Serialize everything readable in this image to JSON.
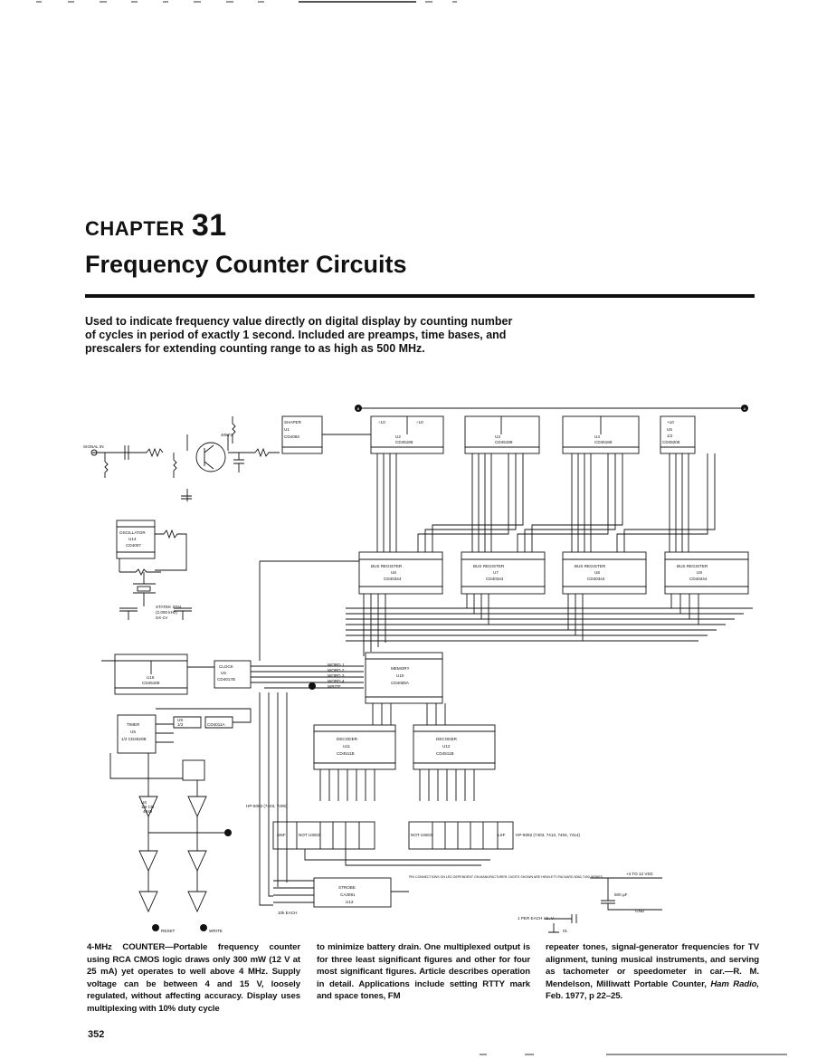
{
  "chapter": {
    "word": "CHAPTER",
    "number": "31"
  },
  "title": "Frequency Counter Circuits",
  "intro": "Used to indicate frequency value directly on digital display by counting number of cycles in period of exactly 1 second. Included are preamps, time bases, and prescalers for extending counting range to as high as 500 MHz.",
  "caption": {
    "col1_head": "4-MHz COUNTER—",
    "col1_body": "Portable frequency counter using RCA CMOS logic draws only 300 mW (12 V at 25 mA) yet operates to well above 4 MHz. Supply voltage can be between 4 and 15 V, loosely regulated, without affecting accuracy. Display uses multiplexing with 10% duty cycle",
    "col2": "to minimize battery drain. One multiplexed output is for three least significant figures and other for four most significant figures. Article describes operation in detail. Applications include setting RTTY mark and space tones, FM",
    "col3_text": "repeater tones, signal-generator frequencies for TV alignment, tuning musical instruments, and serving as tachometer or speedometer in car.—R. M. Mendelson, Milliwatt Portable Counter,",
    "col3_source": "Ham Radio,",
    "col3_date": "Feb. 1977, p 22–25."
  },
  "page_number": "352",
  "schematic": {
    "shaper": [
      "SHAPER",
      "U1",
      "CD4093"
    ],
    "divider_labels": [
      "÷10",
      "÷10"
    ],
    "counters": [
      [
        "U2",
        "CD45188"
      ],
      [
        "U3",
        "CD45188"
      ],
      [
        "U4",
        "CD45188"
      ],
      [
        "U5",
        "CD45208"
      ]
    ],
    "prescaler_top": [
      "+10",
      "U5",
      "1/2"
    ],
    "bus_registers": [
      [
        "BUS REGISTER",
        "U6",
        "CD40344"
      ],
      [
        "BUS REGISTER",
        "U7",
        "CD40344"
      ],
      [
        "BUS REGISTER",
        "U8",
        "CD40344"
      ],
      [
        "BUS REGISTER",
        "U9",
        "CD40344"
      ]
    ],
    "oscillator": [
      "OSCILLATOR",
      "U14",
      "CD4007"
    ],
    "crystal": [
      "STATEK XTAL",
      "(2,000 kHz)",
      "SX-1V"
    ],
    "time_base": [
      "U16",
      "CD45188"
    ],
    "clock": [
      "CLOCK",
      "U5",
      "CD4017B"
    ],
    "memory": [
      "MEMORY",
      "U10",
      "CD4059A"
    ],
    "word_lines": [
      "WORD 1",
      "WORD 2",
      "WORD 3",
      "WORD 4",
      "WRITE"
    ],
    "timer": [
      "TIMER",
      "U5",
      "1/2 CD4520B"
    ],
    "gates": [
      "U9",
      "1/2",
      "CD4011A"
    ],
    "decoders": [
      [
        "DECODER",
        "U11",
        "CD4511B"
      ],
      [
        "DECODER",
        "U12",
        "CD4511B"
      ]
    ],
    "displays": [
      "HP-5082 (7403, 7405)",
      "MSF",
      "NOT USED",
      "NOT USED",
      "LSF",
      "HP-5082 (7403, 7413, 7404, 7414)"
    ],
    "strobe": [
      "STROBE",
      "CA3081",
      "U13"
    ],
    "pin_note": "PIN CONNECTIONS ON LED DEPENDENT ON MANUFACTURER. DIGITS SHOWN ARE HEWLETT-PACKARD 5082-7400 SERIES.",
    "supply": [
      "+4 TO 12 VDC",
      "500 µF",
      "GND",
      "1 PER EACH I.C. V",
      "01"
    ],
    "signal_in": "SIGNAL IN",
    "transistor": "40673",
    "reset": "RESET",
    "write": "WRITE",
    "resistor_note": "10k EACH",
    "buffers": [
      "U6",
      "1/6 CD",
      "4049",
      "A"
    ],
    "markers": [
      "B",
      "A"
    ]
  }
}
